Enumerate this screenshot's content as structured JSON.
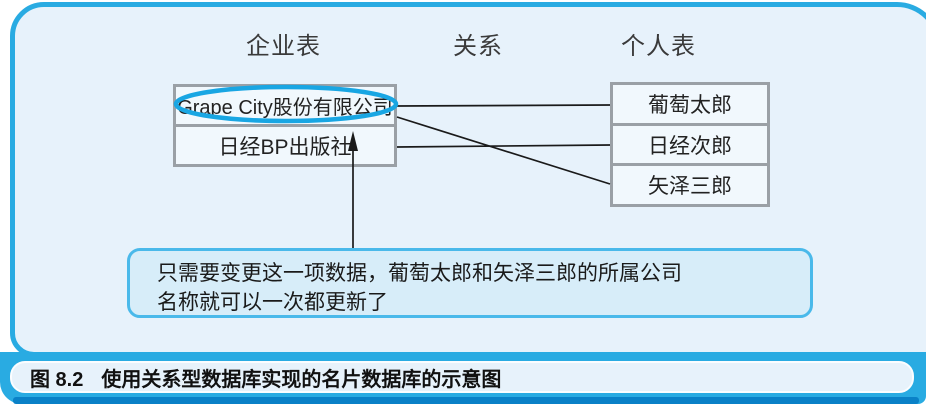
{
  "figure": {
    "caption_label": "图 8.2",
    "caption_text": "使用关系型数据库实现的名片数据库的示意图"
  },
  "diagram": {
    "columns": [
      {
        "label": "企业表"
      },
      {
        "label": "关系"
      },
      {
        "label": "个人表"
      }
    ],
    "company_table": {
      "rows": [
        "Grape City股份有限公司",
        "日经BP出版社"
      ]
    },
    "person_table": {
      "rows": [
        "葡萄太郎",
        "日经次郎",
        "矢泽三郎"
      ]
    },
    "links": [
      {
        "from": "Grape City股份有限公司",
        "to": "葡萄太郎"
      },
      {
        "from": "Grape City股份有限公司",
        "to": "矢泽三郎"
      },
      {
        "from": "日经BP出版社",
        "to": "日经次郎"
      }
    ],
    "highlight": {
      "shape": "ellipse",
      "around": "Grape City股份有限公司"
    },
    "callout": {
      "line1": "只需要变更这一项数据，葡萄太郎和矢泽三郎的所属公司",
      "line2": "名称就可以一次都更新了",
      "points_to": "日经BP出版社"
    },
    "colors": {
      "frame_blue": "#29abe2",
      "panel_bg": "#e7f2fb",
      "dark_rule": "#0a81c7",
      "callout_bg": "#d7edf9",
      "callout_border": "#4ab9ea",
      "table_border": "#9aa0a6",
      "cell_bg": "#f1f8fd",
      "ellipse_stroke": "#19a6e3",
      "line_color": "#1a1a1a"
    }
  }
}
